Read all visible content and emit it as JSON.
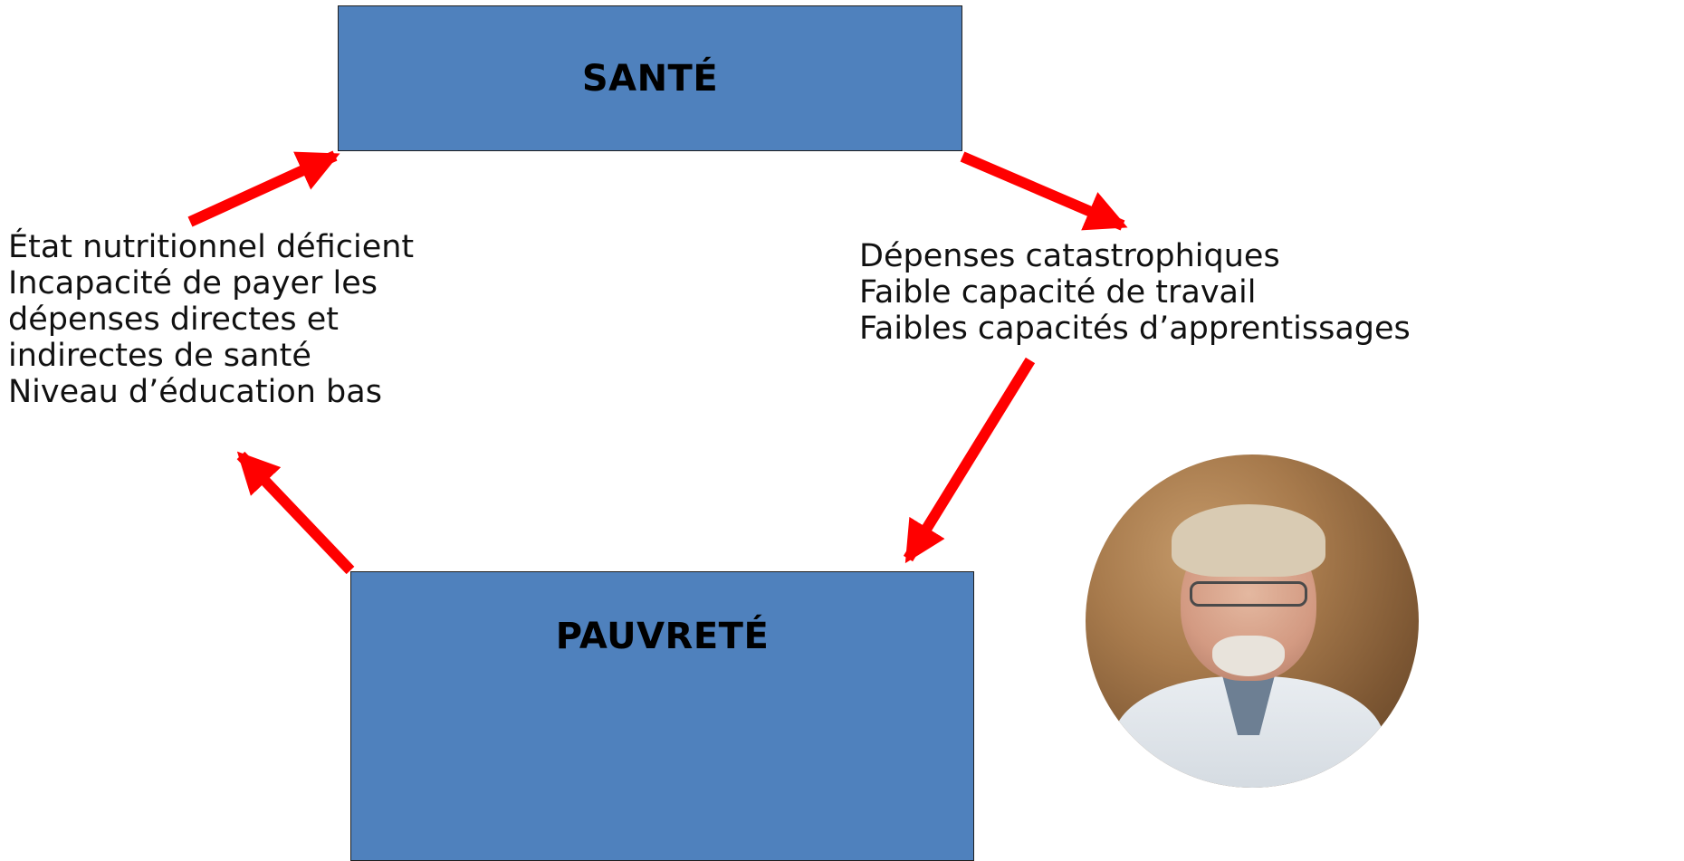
{
  "diagram": {
    "top_box": {
      "label": "SANTÉ"
    },
    "bottom_box": {
      "label": "PAUVRETÉ"
    },
    "left_factors": [
      "État nutritionnel déficient",
      "Incapacité de payer les",
      "dépenses directes et",
      "indirectes de santé",
      "Niveau d’éducation bas"
    ],
    "right_factors": [
      "Dépenses catastrophiques",
      "Faible capacité de travail",
      "Faibles capacités d’apprentissages"
    ],
    "colors": {
      "box_fill": "#4f81bd",
      "arrow": "#ff0000",
      "text": "#111111"
    }
  }
}
